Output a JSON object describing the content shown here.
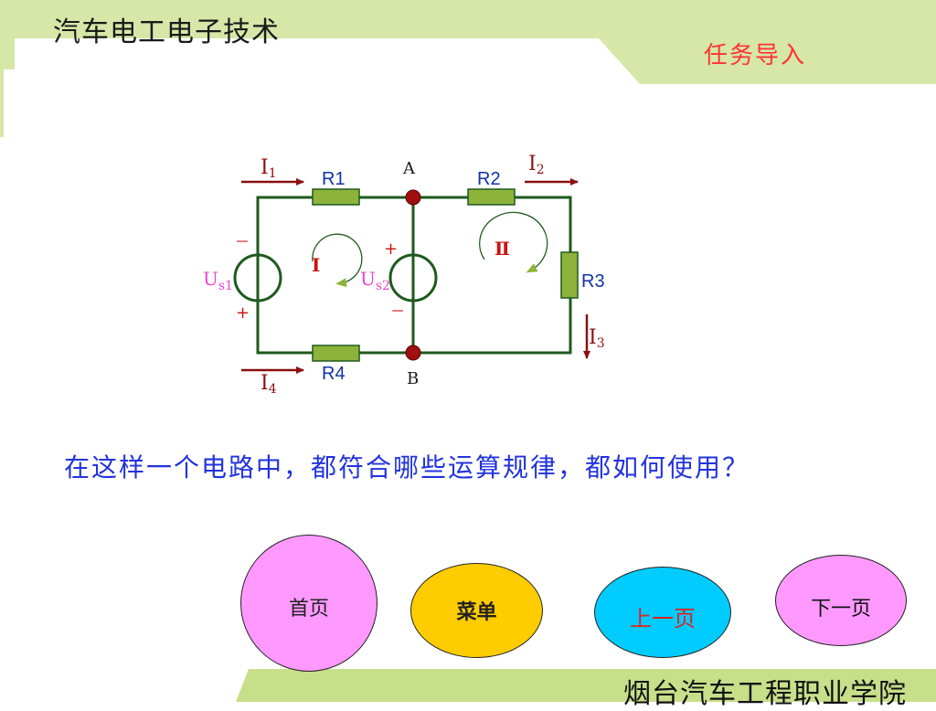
{
  "header": {
    "course_title": "汽车电工电子技术",
    "section_title": "任务导入"
  },
  "circuit": {
    "node_a": "A",
    "node_b": "B",
    "resistors": {
      "r1": "R1",
      "r2": "R2",
      "r3": "R3",
      "r4": "R4"
    },
    "currents": {
      "i1": {
        "base": "I",
        "sub": "1"
      },
      "i2": {
        "base": "I",
        "sub": "2"
      },
      "i3": {
        "base": "I",
        "sub": "3"
      },
      "i4": {
        "base": "I",
        "sub": "4"
      }
    },
    "sources": {
      "us1": {
        "base": "U",
        "sub": "s1",
        "top_sign": "－",
        "bottom_sign": "+"
      },
      "us2": {
        "base": "U",
        "sub": "s2",
        "top_sign": "+",
        "bottom_sign": "－"
      }
    },
    "loops": {
      "loop1": "Ⅰ",
      "loop2": "Ⅱ"
    },
    "colors": {
      "wire": "#1e5a1e",
      "resistor": "#8db33a",
      "node": "#a01010",
      "arrow": "#8b1010",
      "source_label": "#ee44cc",
      "sign": "#cc1111",
      "loop_label": "#cc1111",
      "loop_arrow": "#8db33a"
    }
  },
  "question": "在这样一个电路中，都符合哪些运算规律，都如何使用？",
  "nav": {
    "home": "首页",
    "menu": "菜单",
    "prev": "上一页",
    "next": "下一页"
  },
  "footer": {
    "school_name": "烟台汽车工程职业学院"
  },
  "theme": {
    "band_green": "#d6e7a8",
    "title_red": "#ff3333",
    "question_blue": "#2233dd"
  }
}
